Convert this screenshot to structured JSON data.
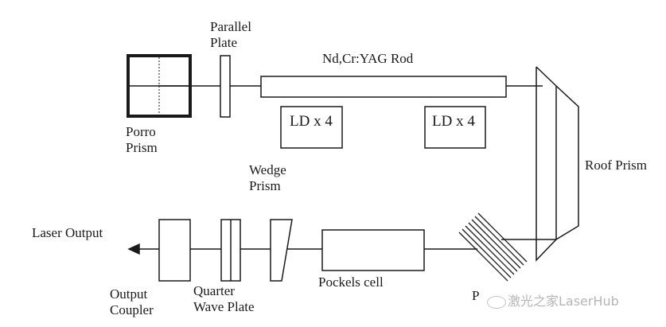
{
  "diagram": {
    "title": "Nd,Cr:YAG laser resonator layout",
    "components": {
      "porro_prism": "Porro Prism",
      "parallel_plate": "Parallel Plate",
      "rod": "Nd,Cr:YAG Rod",
      "ld_left": "LD x 4",
      "ld_right": "LD x 4",
      "roof_prism": "Roof Prism",
      "wedge_prism": "Wedge Prism",
      "laser_output": "Laser Output",
      "output_coupler": "Output Coupler",
      "quarter_wave_plate": "Quarter Wave Plate",
      "pockels_cell": "Pockels cell",
      "polarizer": "Polarizer"
    },
    "labels": {
      "porro_l1": "Porro",
      "porro_l2": "Prism",
      "plate_l1": "Parallel",
      "plate_l2": "Plate",
      "rod": "Nd,Cr:YAG Rod",
      "ld_left": "LD x 4",
      "ld_right": "LD x 4",
      "roof": "Roof Prism",
      "wedge_l1": "Wedge",
      "wedge_l2": "Prism",
      "laser_output": "Laser Output",
      "oc_l1": "Output",
      "oc_l2": "Coupler",
      "qwp_l1": "Quarter",
      "qwp_l2": "Wave Plate",
      "pockels": "Pockels cell",
      "polarizer": "P"
    },
    "watermark": "激光之家LaserHub",
    "line_color": "#1a1a1a"
  }
}
